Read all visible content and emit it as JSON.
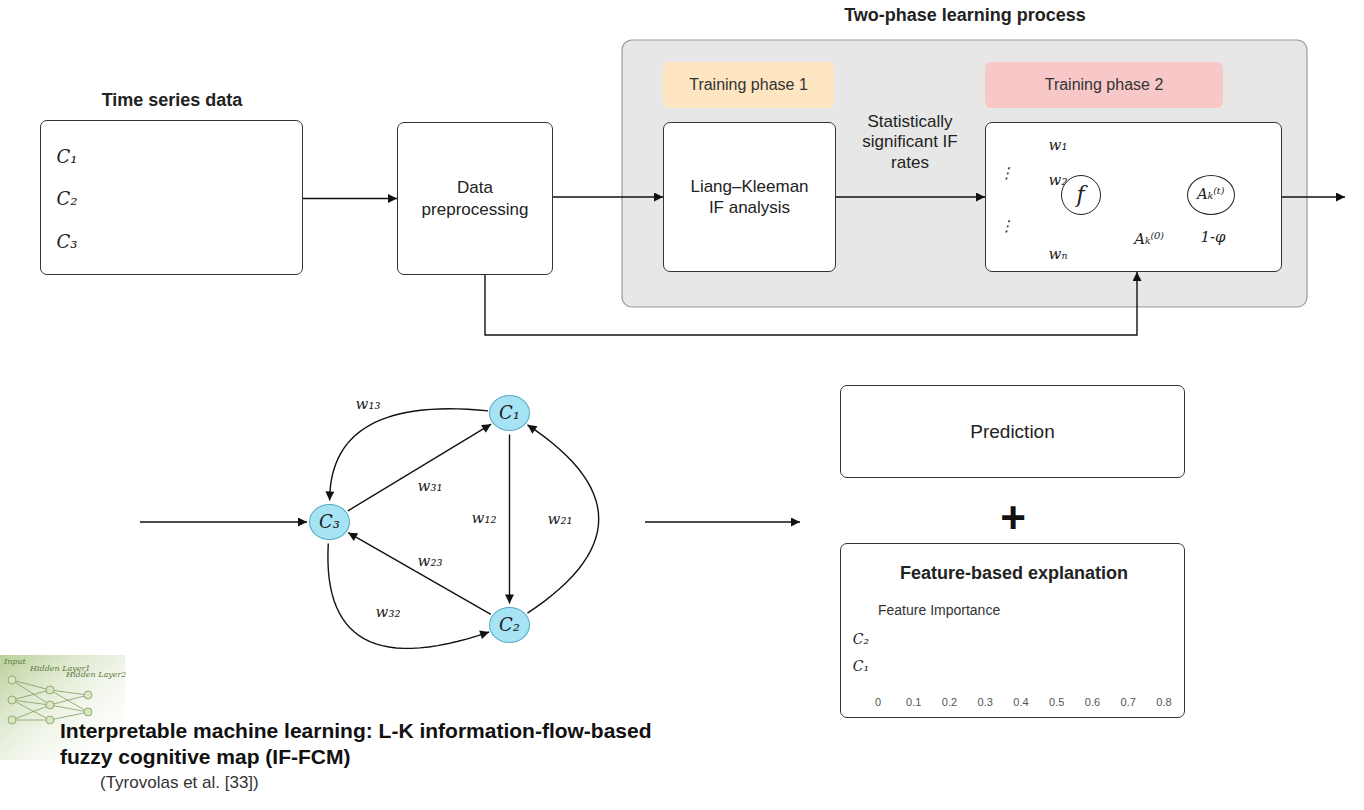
{
  "diagram": {
    "title": "Interpretable machine learning: L-K information-flow-based fuzzy cognitive map (IF-FCM)",
    "caption": "(Tyrovolas et al. [33])",
    "nodes": [
      {
        "text": [
          "Time series data",
          "C₁",
          "C₂",
          "C₃"
        ]
      },
      {
        "text": [
          "Data preprocessing"
        ]
      },
      {
        "text": [
          "Two-phase learning process"
        ]
      },
      {
        "text": [
          "Training phase 1"
        ],
        "in": 2
      },
      {
        "text": [
          "Liang–Kleeman IF analysis"
        ],
        "in": 2
      },
      {
        "text": [
          "Training phase 2"
        ],
        "in": 2
      },
      {
        "text": [
          "w₁",
          "⋮",
          "w₂",
          "⋮",
          "wₙ",
          "Aₖ⁽⁰⁾",
          "1-φ"
        ],
        "in": 2
      },
      {
        "text": [
          "f"
        ],
        "in": 6
      },
      {
        "text": [
          "Aₖ⁽ᵗ⁾"
        ],
        "in": 6
      },
      {
        "text": [
          "C₁"
        ]
      },
      {
        "text": [
          "C₃"
        ]
      },
      {
        "text": [
          "C₂"
        ]
      },
      {
        "text": [
          "Prediction"
        ]
      },
      {
        "text": [
          "Feature-based explanation",
          "Feature Importance",
          "C₂",
          "C₁",
          "0",
          "0.1",
          "0.2",
          "0.3",
          "0.4",
          "0.5",
          "0.6",
          "0.7",
          "0.8"
        ]
      }
    ],
    "edges": [
      {
        "from": 0,
        "to": 1,
        "arrow": "to"
      },
      {
        "from": 1,
        "to": 4,
        "arrow": "to"
      },
      {
        "from": 4,
        "to": 6,
        "label": "Statistically significant IF rates",
        "arrow": "to"
      },
      {
        "from": 1,
        "to": 6,
        "arrow": "to"
      },
      {
        "from": 7,
        "to": 8,
        "label": "φ",
        "arrow": "to"
      },
      {
        "from": 9,
        "to": 10,
        "label": "w₁₃",
        "arrow": "to"
      },
      {
        "from": 10,
        "to": 9,
        "label": "w₃₁",
        "arrow": "to"
      },
      {
        "from": 9,
        "to": 11,
        "label": "w₁₂",
        "arrow": "to"
      },
      {
        "from": 11,
        "to": 9,
        "label": "w₂₁",
        "arrow": "to"
      },
      {
        "from": 11,
        "to": 10,
        "label": "w₂₃",
        "arrow": "to"
      },
      {
        "from": 10,
        "to": 11,
        "label": "w₃₂",
        "arrow": "to"
      }
    ],
    "labels": [
      "+",
      "Input",
      "Hidden Layer1",
      "Hidden Layer2"
    ]
  }
}
